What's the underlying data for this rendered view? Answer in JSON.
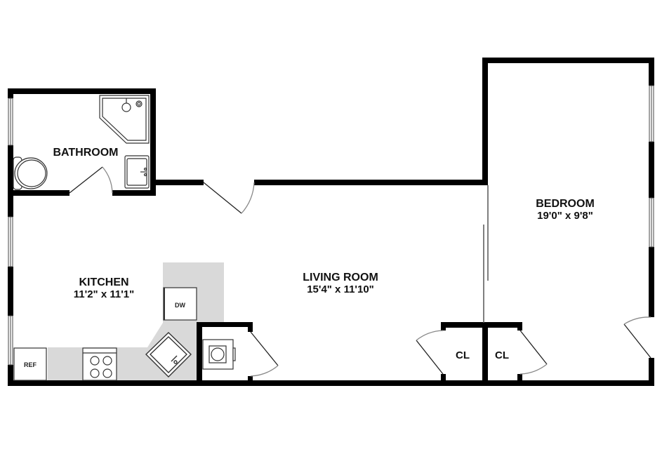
{
  "plan": {
    "type": "apartment floor plan",
    "colors": {
      "wall": "#000000",
      "counter": "#d9d9d9",
      "background": "#ffffff",
      "fixture_line": "#333333"
    }
  },
  "rooms": {
    "bathroom": {
      "name": "BATHROOM"
    },
    "kitchen": {
      "name": "KITCHEN",
      "dimensions": "11'2\"  x 11'1\""
    },
    "living_room": {
      "name": "LIVING ROOM",
      "dimensions": "15'4\"  x 11'10\""
    },
    "bedroom": {
      "name": "BEDROOM",
      "dimensions": "19'0\"  x 9'8\""
    },
    "closet_left": {
      "name": "CL"
    },
    "closet_right": {
      "name": "CL"
    }
  },
  "appliances": {
    "refrigerator": "REF",
    "dishwasher": "DW"
  }
}
